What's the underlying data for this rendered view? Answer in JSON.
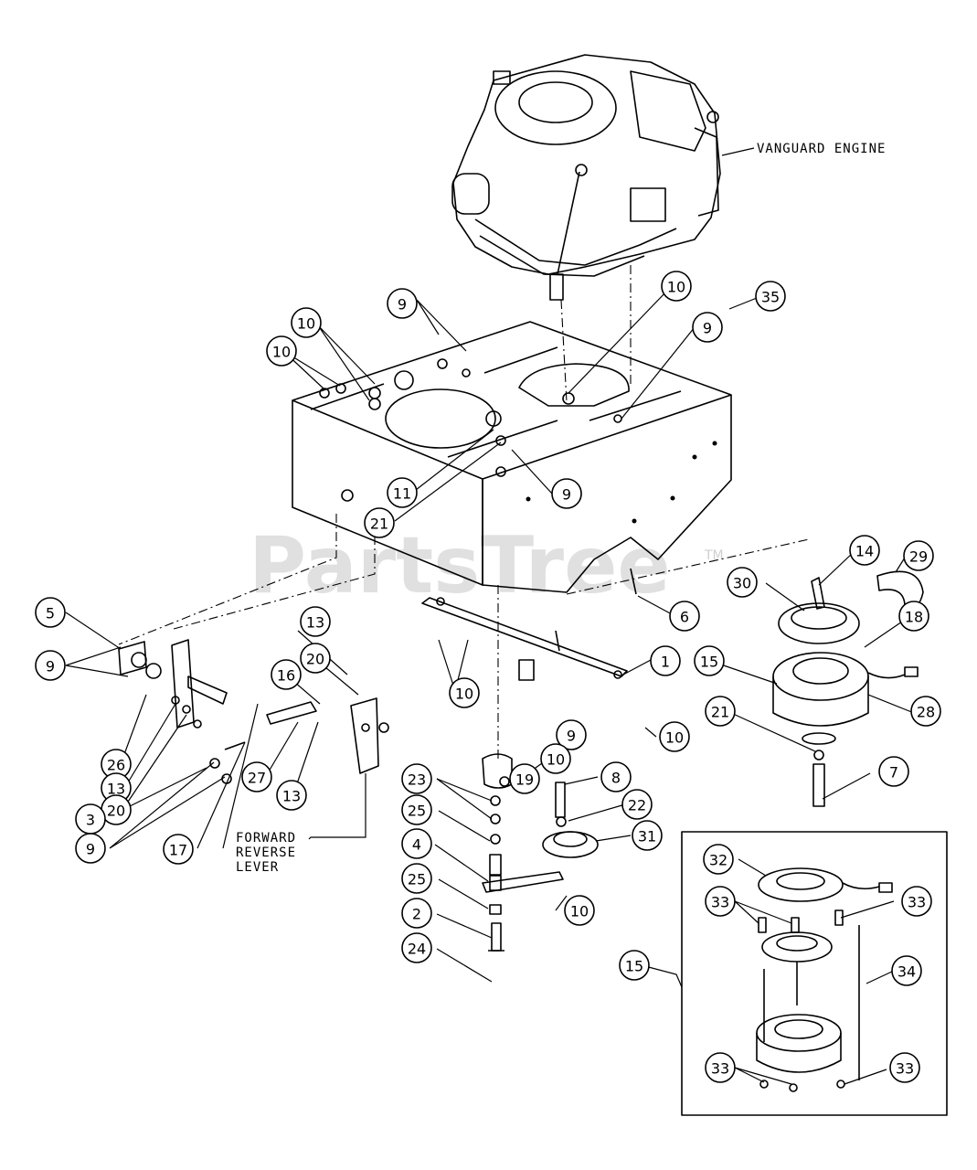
{
  "watermark": {
    "text": "PartsTree",
    "trademark": "TM"
  },
  "labels": {
    "engine": "VANGUARD ENGINE",
    "lever_1": "FORWARD",
    "lever_2": "REVERSE",
    "lever_3": "LEVER"
  },
  "callouts": [
    {
      "id": "c-9-top",
      "num": "9"
    },
    {
      "id": "c-10-top",
      "num": "10"
    },
    {
      "id": "c-9-right",
      "num": "9"
    },
    {
      "id": "c-10-left-a",
      "num": "10"
    },
    {
      "id": "c-10-left-b",
      "num": "10"
    },
    {
      "id": "c-35",
      "num": "35"
    },
    {
      "id": "c-11",
      "num": "11"
    },
    {
      "id": "c-21-frame",
      "num": "21"
    },
    {
      "id": "c-9-frame",
      "num": "9"
    },
    {
      "id": "c-14",
      "num": "14"
    },
    {
      "id": "c-29",
      "num": "29"
    },
    {
      "id": "c-30",
      "num": "30"
    },
    {
      "id": "c-18",
      "num": "18"
    },
    {
      "id": "c-6",
      "num": "6"
    },
    {
      "id": "c-5",
      "num": "5"
    },
    {
      "id": "c-13-top",
      "num": "13"
    },
    {
      "id": "c-20-top",
      "num": "20"
    },
    {
      "id": "c-16",
      "num": "16"
    },
    {
      "id": "c-1",
      "num": "1"
    },
    {
      "id": "c-15",
      "num": "15"
    },
    {
      "id": "c-9-left",
      "num": "9"
    },
    {
      "id": "c-10-mid",
      "num": "10"
    },
    {
      "id": "c-21-clutch",
      "num": "21"
    },
    {
      "id": "c-28",
      "num": "28"
    },
    {
      "id": "c-26",
      "num": "26"
    },
    {
      "id": "c-13-mid",
      "num": "13"
    },
    {
      "id": "c-9-bracket",
      "num": "9"
    },
    {
      "id": "c-10-bracket",
      "num": "10"
    },
    {
      "id": "c-20-mid",
      "num": "20"
    },
    {
      "id": "c-19",
      "num": "19"
    },
    {
      "id": "c-10-spring",
      "num": "10"
    },
    {
      "id": "c-7",
      "num": "7"
    },
    {
      "id": "c-27",
      "num": "27"
    },
    {
      "id": "c-13-low",
      "num": "13"
    },
    {
      "id": "c-8",
      "num": "8"
    },
    {
      "id": "c-23",
      "num": "23"
    },
    {
      "id": "c-3",
      "num": "3"
    },
    {
      "id": "c-22",
      "num": "22"
    },
    {
      "id": "c-25-top",
      "num": "25"
    },
    {
      "id": "c-31",
      "num": "31"
    },
    {
      "id": "c-9-low",
      "num": "9"
    },
    {
      "id": "c-17",
      "num": "17"
    },
    {
      "id": "c-4",
      "num": "4"
    },
    {
      "id": "c-32",
      "num": "32"
    },
    {
      "id": "c-25-low",
      "num": "25"
    },
    {
      "id": "c-10-idler",
      "num": "10"
    },
    {
      "id": "c-33-a",
      "num": "33"
    },
    {
      "id": "c-33-b",
      "num": "33"
    },
    {
      "id": "c-2",
      "num": "2"
    },
    {
      "id": "c-15-inset",
      "num": "15"
    },
    {
      "id": "c-34",
      "num": "34"
    },
    {
      "id": "c-24",
      "num": "24"
    },
    {
      "id": "c-33-c",
      "num": "33"
    },
    {
      "id": "c-33-d",
      "num": "33"
    }
  ]
}
